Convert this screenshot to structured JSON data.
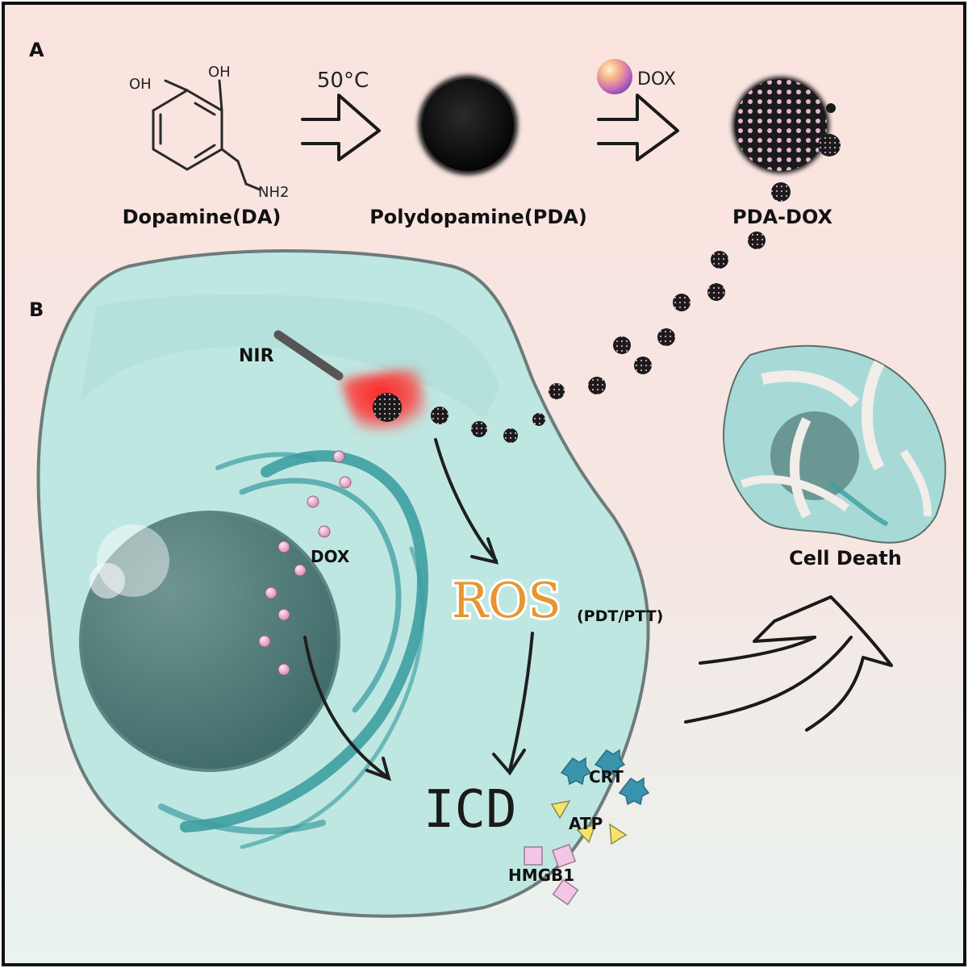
{
  "panel_a": {
    "label": "A",
    "dopamine": {
      "oh1": "OH",
      "oh2": "OH",
      "nh2": "NH2",
      "caption": "Dopamine(DA)"
    },
    "step1": {
      "condition": "50°C"
    },
    "pda": {
      "caption": "Polydopamine(PDA)"
    },
    "step2": {
      "reagent": "DOX"
    },
    "pda_dox": {
      "caption": "PDA-DOX"
    }
  },
  "panel_b": {
    "label": "B",
    "nir": "NIR",
    "dox": "DOX",
    "ros": "ROS",
    "ros_note": "(PDT/PTT)",
    "icd": "ICD",
    "crt": "CRT",
    "atp": "ATP",
    "hmgb1": "HMGB1",
    "cell_death": "Cell Death"
  },
  "colors": {
    "cell_fill": "#bfe7e1",
    "cell_border": "#6d7b7b",
    "nucleus": "#4e7a77",
    "er": "#3e9ea2",
    "nir_red": "#ff2d2d",
    "ros_orange": "#e8952f",
    "dox_pink": "#e8a6c4",
    "crt_blue": "#3a93ad",
    "atp_yellow": "#f4e56a",
    "hmgb1_pink": "#f3c6e6"
  }
}
